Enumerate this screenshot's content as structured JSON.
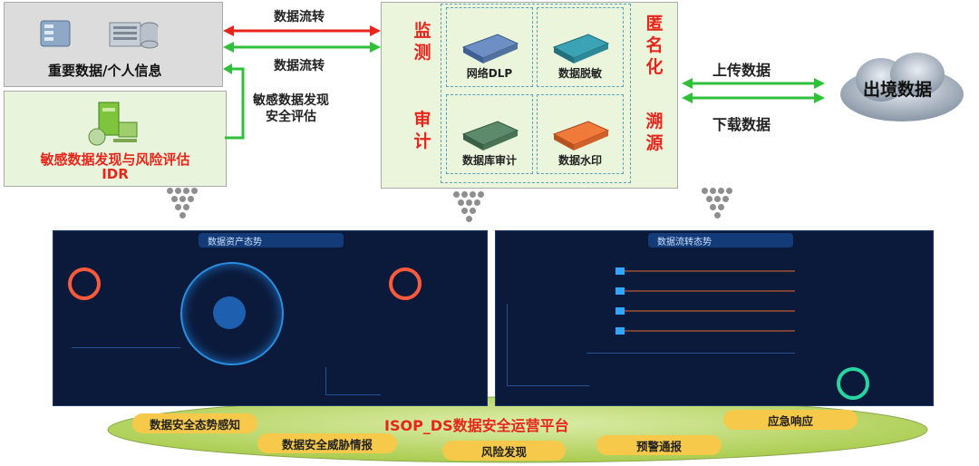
{
  "left": {
    "important_data_label": "重要数据/个人信息",
    "idr_title": "敏感数据发现与风险评估",
    "idr_sub": "IDR",
    "feedback_label_line1": "敏感数据发现",
    "feedback_label_line2": "安全评估"
  },
  "flows": {
    "top_label": "数据流转",
    "bottom_label": "数据流转",
    "upload": "上传数据",
    "download": "下载数据"
  },
  "center": {
    "left_vertical_top": "监测",
    "left_vertical_bottom": "审计",
    "right_vertical_top": "匿名化",
    "right_vertical_bottom": "溯源",
    "cells": [
      "网络DLP",
      "数据脱敏",
      "数据库审计",
      "数据水印"
    ]
  },
  "cloud": {
    "label": "出境数据"
  },
  "dashboards": {
    "left_title": "数据资产态势",
    "right_title": "数据流转态势"
  },
  "platform": {
    "title": "ISOP_DS数据安全运营平台",
    "pills": [
      "数据安全态势感知",
      "数据安全威胁情报",
      "风险发现",
      "预警通报",
      "应急响应"
    ]
  },
  "colors": {
    "red": "#e8251b",
    "green_arrow": "#2fbf3a",
    "platform_fill": "#c9e27a",
    "pill": "#f6c94a"
  }
}
